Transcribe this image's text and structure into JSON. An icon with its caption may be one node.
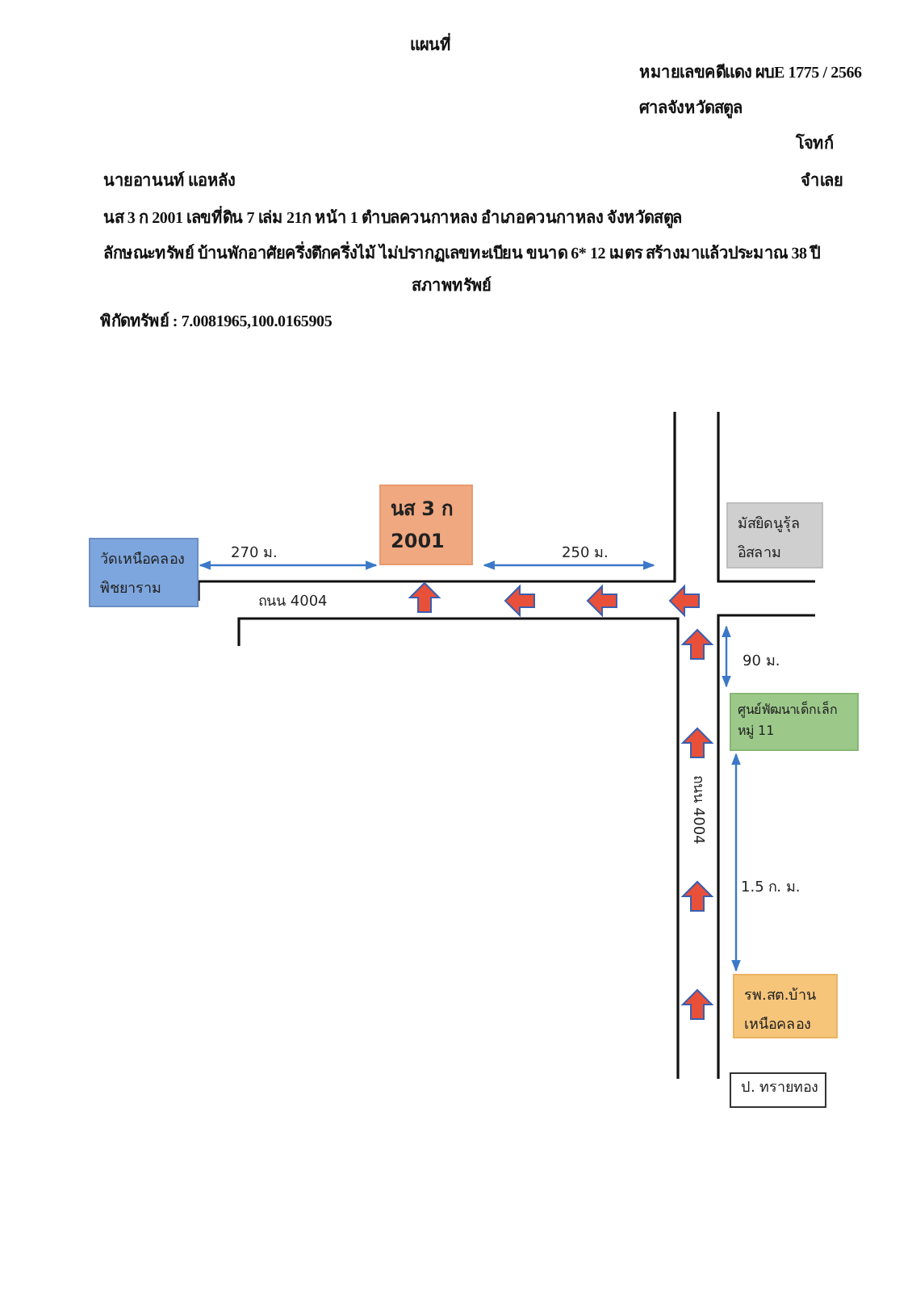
{
  "diagram": {
    "title": "แผนที่",
    "nodes": [
      {
        "text": [
          "วัดเหนือคลอง พิชยาราม"
        ]
      },
      {
        "text": [
          "นส 3 ก 2001"
        ]
      },
      {
        "text": [
          "มัสยิดนูรุ้ล อิสลาม"
        ]
      },
      {
        "text": [
          "ศูนย์พัฒนาเด็กเล็ก หมู่ 11"
        ]
      },
      {
        "text": [
          "รพ.สต.บ้าน เหนือคลอง"
        ]
      },
      {
        "text": [
          "ป. ทรายทอง"
        ]
      }
    ],
    "edges": [
      {
        "from": 0,
        "to": 1,
        "arrow": "both",
        "label": "270 ม."
      },
      {
        "from": 3,
        "to": 4,
        "arrow": "both",
        "label": "1.5 ก. ม."
      }
    ],
    "labels": [
      "หมายเลขคดีแดง ผบE 1775 / 2566",
      "ศาลจังหวัดสตูล",
      "โจทก์",
      "นายอานนท์ แอหลัง",
      "จำเลย",
      "นส 3 ก 2001 เลขที่ดิน 7 เล่ม 21ก หน้า 1 ตำบลควนกาหลง อำเภอควนกาหลง จังหวัดสตูล",
      "ลักษณะทรัพย์ บ้านพักอาศัยครึ่งตึกครึ่งไม้ ไม่ปรากฏเลขทะเบียน ขนาด 6* 12 เมตร สร้างมาแล้วประมาณ 38 ปี",
      "สภาพทรัพย์",
      "พิกัดทรัพย์ : 7.0081965,100.0165905",
      "250 ม.",
      "ถนน 4004",
      "90 ม.",
      "ถนน 4004"
    ]
  }
}
